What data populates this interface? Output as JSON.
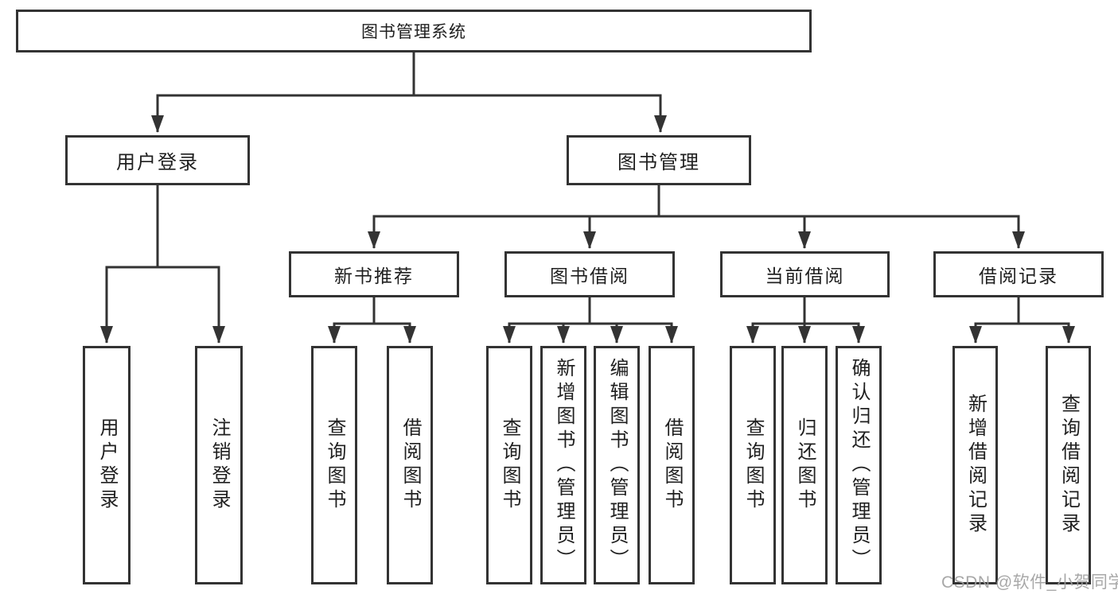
{
  "diagram": {
    "root": "图书管理系统",
    "level2": {
      "user_login": "用户登录",
      "book_mgmt": "图书管理"
    },
    "level3": {
      "new_book_rec": "新书推荐",
      "book_borrow": "图书借阅",
      "current_borrow": "当前借阅",
      "borrow_records": "借阅记录"
    },
    "leaves": {
      "user_login": [
        "用户登录",
        "注销登录"
      ],
      "new_book_rec": [
        "查询图书",
        "借阅图书"
      ],
      "book_borrow": [
        "查询图书",
        "新增图书（管理员）",
        "编辑图书（管理员）",
        "借阅图书"
      ],
      "current_borrow": [
        "查询图书",
        "归还图书",
        "确认归还（管理员）"
      ],
      "borrow_records": [
        "新增借阅记录",
        "查询借阅记录"
      ]
    }
  },
  "watermark": "CSDN @软件_小贺同学",
  "colors": {
    "line": "#333333",
    "text": "#1f1f1f",
    "background": "#ffffff",
    "watermark": "#9e9e9e"
  }
}
